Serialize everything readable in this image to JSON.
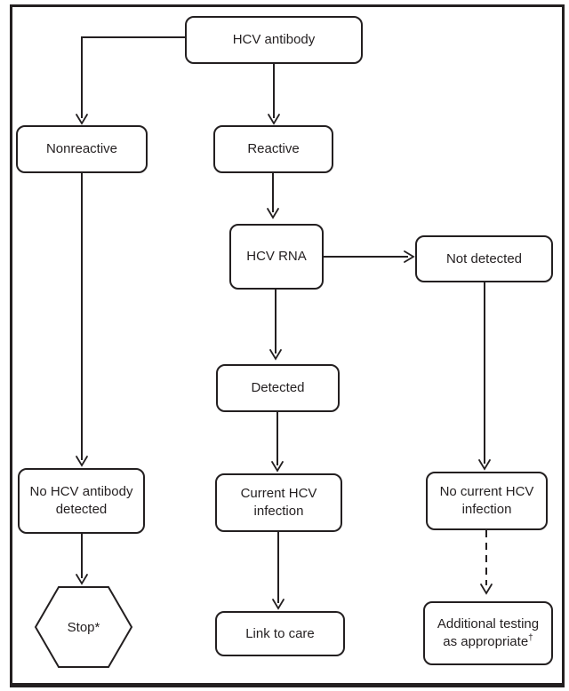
{
  "figure": {
    "type": "flowchart",
    "colors": {
      "line": "#231f20",
      "box_border": "#231f20",
      "text": "#231f20",
      "background": "#ffffff"
    },
    "nodes": {
      "hcv_antibody": {
        "label": "HCV antibody"
      },
      "nonreactive": {
        "label": "Nonreactive"
      },
      "reactive": {
        "label": "Reactive"
      },
      "hcv_rna": {
        "label": "HCV RNA"
      },
      "not_detected": {
        "label": "Not detected"
      },
      "detected": {
        "label": "Detected"
      },
      "no_hcv_antibody": {
        "line1": "No HCV antibody",
        "line2": "detected"
      },
      "stop": {
        "label": "Stop*"
      },
      "current_infection": {
        "line1": "Current HCV",
        "line2": "infection"
      },
      "no_current_infection": {
        "line1": "No current HCV",
        "line2": "infection"
      },
      "link_to_care": {
        "label": "Link to care"
      },
      "additional_testing": {
        "line1": "Additional testing",
        "line2": "as appropriate",
        "sup": "†"
      }
    }
  }
}
